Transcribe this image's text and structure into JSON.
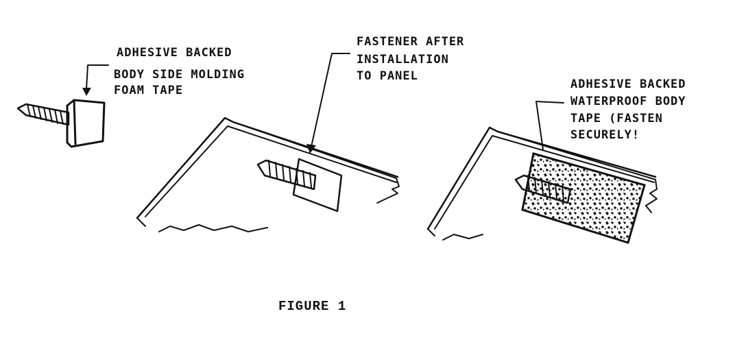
{
  "callouts": {
    "adhesive_foam": {
      "lines": [
        "ADHESIVE BACKED",
        "BODY SIDE MOLDING",
        "FOAM TAPE"
      ]
    },
    "fastener_after": {
      "lines": [
        "FASTENER AFTER",
        "INSTALLATION",
        "TO PANEL"
      ]
    },
    "waterproof_tape": {
      "lines": [
        "ADHESIVE BACKED",
        "WATERPROOF BODY",
        "TAPE (FASTEN",
        "SECURELY!"
      ]
    }
  },
  "caption": "FIGURE 1",
  "colors": {
    "ink": "#111111",
    "background": "#ffffff"
  }
}
